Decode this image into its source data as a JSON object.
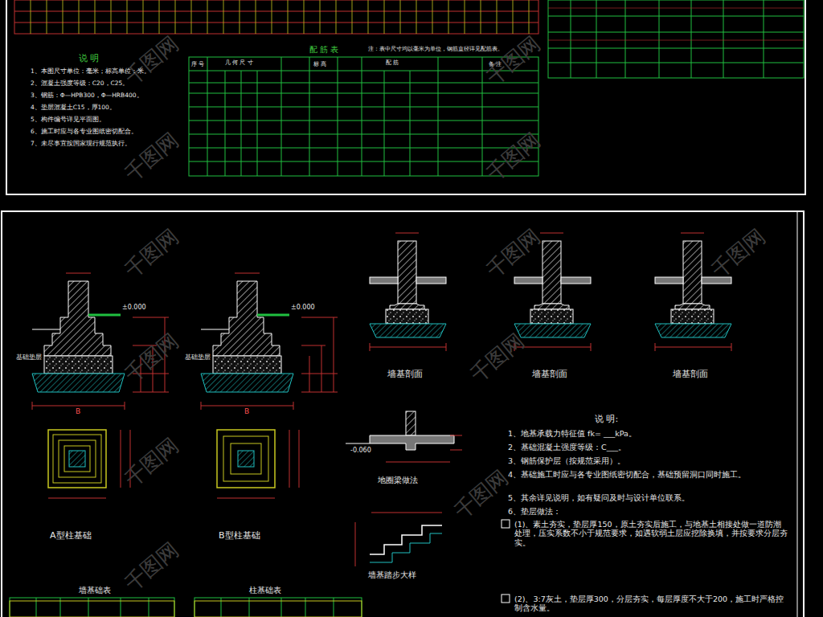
{
  "diagram": {
    "labels": [
      "说 明",
      "1、本图尺寸单位：毫米；标高单位：米。",
      "2、混凝土强度等级：C20，C25。",
      "3、钢筋：Φ—HPB300，Φ—HRB400。",
      "4、垫层混凝土C15，厚100。",
      "5、构件编号详见平面图。",
      "6、施工时应与各专业图纸密切配合。",
      "7、未尽事宜按国家现行规范执行。",
      "配 筋 表",
      "注：表中尺寸均以毫米为单位，钢筋直径详见配筋表。",
      "序 号",
      "几 何 尺 寸",
      "标 高",
      "配 筋",
      "备 注",
      "A型柱基础",
      "B型柱基础",
      "墙基剖面",
      "墙基剖面",
      "墙基剖面",
      "地圈梁做法",
      "墙基踏步大样",
      "说 明:",
      "1、地基承载力特征值 fk= ___kPa。",
      "2、基础混凝土强度等级：C___。",
      "3、钢筋保护层（按规范采用）。",
      "4、基础施工时应与各专业图纸密切配合，基础预留洞口同时施工。",
      "5、其余详见说明，如有疑问及时与设计单位联系。",
      "6、垫层做法：",
      "(1)、素土夯实，垫层厚150，原土夯实后施工，与地基土相接处做一道防潮处理，压实系数不小于规范要求，如遇软弱土层应挖除换填，并按要求分层夯实。",
      "(2)、3:7灰土，垫层厚300，分层夯实，每层厚度不大于200，施工时严格控制含水量。",
      "墙基础表",
      "柱基础表",
      "B",
      "B",
      "基础垫层",
      "基础垫层",
      "±0.000",
      "±0.000",
      "-0.060",
      "千图网",
      "千图网",
      "千图网",
      "千图网",
      "千图网",
      "千图网",
      "千图网",
      "千图网",
      "千图网",
      "千图网",
      "千图网",
      "千图网"
    ]
  }
}
